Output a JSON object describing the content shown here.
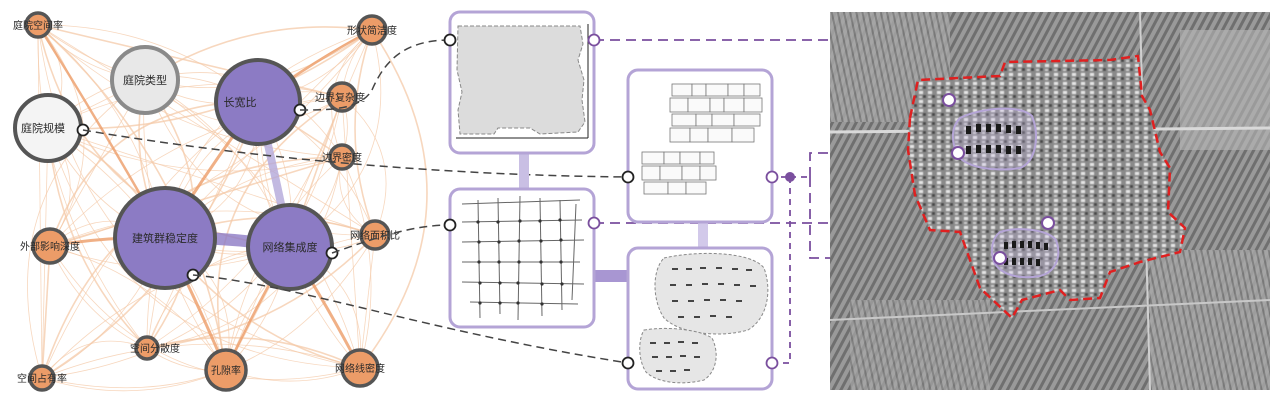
{
  "network": {
    "nodes": [
      {
        "id": "courtyard_space_ratio",
        "label": "庭院空间率",
        "kind": "orange"
      },
      {
        "id": "courtyard_type",
        "label": "庭院类型",
        "kind": "gray"
      },
      {
        "id": "aspect_ratio",
        "label": "长宽比",
        "kind": "purple"
      },
      {
        "id": "shape_complexity",
        "label": "形状简洁度",
        "kind": "orange"
      },
      {
        "id": "boundary_complexity",
        "label": "边界复杂度",
        "kind": "orange"
      },
      {
        "id": "courtyard_scale",
        "label": "庭院规模",
        "kind": "white"
      },
      {
        "id": "boundary_density",
        "label": "边界密度",
        "kind": "orange"
      },
      {
        "id": "cluster_stability",
        "label": "建筑群稳定度",
        "kind": "purple"
      },
      {
        "id": "network_integration",
        "label": "网络集成度",
        "kind": "purple"
      },
      {
        "id": "network_area_ratio",
        "label": "网络面积比",
        "kind": "orange"
      },
      {
        "id": "external_influence",
        "label": "外部影响深度",
        "kind": "orange"
      },
      {
        "id": "spatial_dispersion",
        "label": "空间分散度",
        "kind": "orange"
      },
      {
        "id": "porosity",
        "label": "孔隙率",
        "kind": "orange"
      },
      {
        "id": "network_line_density",
        "label": "网络线密度",
        "kind": "orange"
      },
      {
        "id": "space_occupancy",
        "label": "空间占有率",
        "kind": "orange"
      }
    ]
  },
  "colors": {
    "purple": "#8c7bc4",
    "purple_light": "#b3a7d9",
    "orange": "#ec9c68",
    "orange_light": "#f4c9a8",
    "ring": "#555555",
    "panel_border": "#b4a4d6",
    "dashed_purple": "#7a4f9e",
    "dashed_gray": "#444444",
    "boundary_red": "#e02020"
  },
  "icons": {
    "footprint_panel": "building-footprint-icon",
    "network_panel": "street-network-icon",
    "plots_panel": "building-plots-icon",
    "clusters_panel": "building-cluster-icon",
    "aerial": "aerial-image-icon"
  }
}
